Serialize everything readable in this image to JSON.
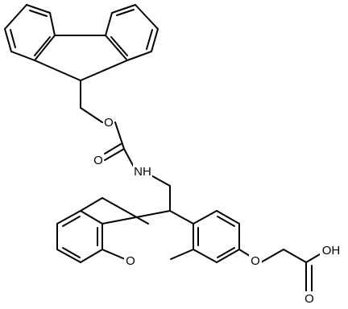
{
  "molecule": {
    "atom_labels": {
      "ester_oxygen": "O",
      "carbonyl_oxygen": "O",
      "amide_nitrogen": "NH",
      "xanthene_oxygen": "O",
      "ether_oxygen": "O",
      "hydroxyl": "OH",
      "acid_carbonyl_oxygen": "O"
    },
    "colors": {
      "bond": "#000000",
      "label": "#000000",
      "background": "#ffffff"
    }
  }
}
